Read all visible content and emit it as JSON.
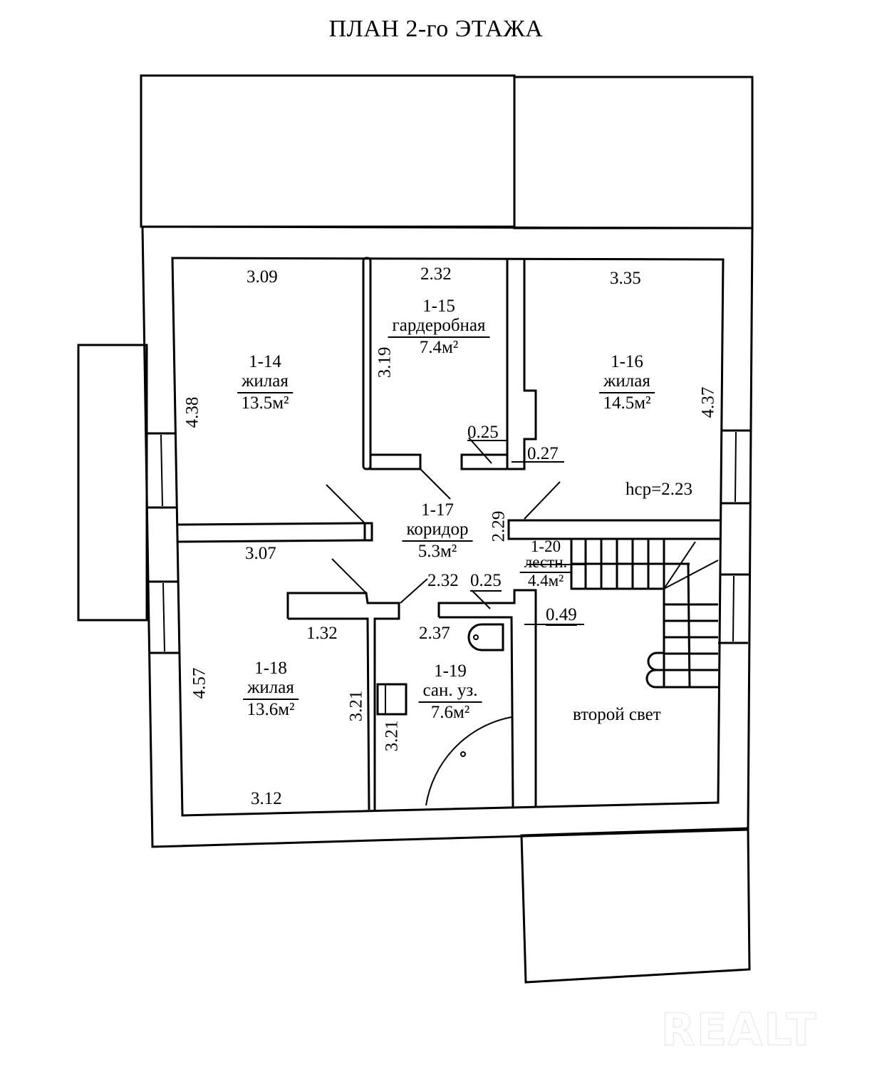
{
  "title": "ПЛАН 2-го ЭТАЖА",
  "rooms": [
    {
      "id": "1-14",
      "type": "жилая",
      "area": "13.5м²"
    },
    {
      "id": "1-15",
      "type": "гардеробная",
      "area": "7.4м²"
    },
    {
      "id": "1-16",
      "type": "жилая",
      "area": "14.5м²"
    },
    {
      "id": "1-17",
      "type": "коридор",
      "area": "5.3м²"
    },
    {
      "id": "1-18",
      "type": "жилая",
      "area": "13.6м²"
    },
    {
      "id": "1-19",
      "type": "сан. уз.",
      "area": "7.6м²"
    },
    {
      "id": "1-20",
      "type": "лестн.",
      "area": "4.4м²"
    }
  ],
  "dimensions": {
    "r14_width": "3.09",
    "r14_height": "4.38",
    "r15_width": "2.32",
    "r15_height": "3.19",
    "r15_door": "0.25",
    "r16_width": "3.35",
    "r16_height": "4.37",
    "r16_niche": "0.27",
    "ceiling_height": "hср=2.23",
    "r17_height": "2.29",
    "r17_width": "2.32",
    "r17_door": "0.25",
    "r14_bottom": "3.07",
    "r18_top": "1.32",
    "r18_height": "4.57",
    "r18_right": "3.21",
    "r18_bottom": "3.12",
    "r19_top": "2.37",
    "r19_height": "3.21",
    "r20_gap": "0.49"
  },
  "second_light_label": "второй свет",
  "watermark": "REALT"
}
